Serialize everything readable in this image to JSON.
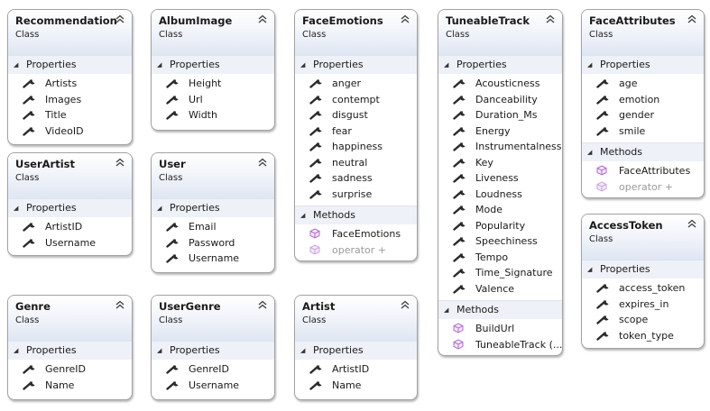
{
  "stereotype": "Class",
  "section_labels": {
    "properties": "Properties",
    "methods": "Methods"
  },
  "icons": {
    "property": "wrench-icon",
    "method": "method-cube-icon",
    "collapse": "chevron-up-icon",
    "section_toggle": "triangle-down-icon"
  },
  "colors": {
    "header_gradient_end": "#dfe6f3",
    "section_bg": "#eef1f7",
    "border": "#a2a2a2",
    "method_icon": "#b06ad0"
  },
  "classes": [
    {
      "name": "Recommendation",
      "properties": [
        "Artists",
        "Images",
        "Title",
        "VideoID"
      ],
      "methods": []
    },
    {
      "name": "AlbumImage",
      "properties": [
        "Height",
        "Url",
        "Width"
      ],
      "methods": []
    },
    {
      "name": "FaceEmotions",
      "properties": [
        "anger",
        "contempt",
        "disgust",
        "fear",
        "happiness",
        "neutral",
        "sadness",
        "surprise"
      ],
      "methods": [
        "FaceEmotions",
        "operator +"
      ]
    },
    {
      "name": "TuneableTrack",
      "properties": [
        "Acousticness",
        "Danceability",
        "Duration_Ms",
        "Energy",
        "Instrumentalness",
        "Key",
        "Liveness",
        "Loudness",
        "Mode",
        "Popularity",
        "Speechiness",
        "Tempo",
        "Time_Signature",
        "Valence"
      ],
      "methods": [
        "BuildUrl",
        "TuneableTrack (..."
      ]
    },
    {
      "name": "FaceAttributes",
      "properties": [
        "age",
        "emotion",
        "gender",
        "smile"
      ],
      "methods": [
        "FaceAttributes",
        "operator +"
      ]
    },
    {
      "name": "UserArtist",
      "properties": [
        "ArtistID",
        "Username"
      ],
      "methods": []
    },
    {
      "name": "User",
      "properties": [
        "Email",
        "Password",
        "Username"
      ],
      "methods": []
    },
    {
      "name": "AccessToken",
      "properties": [
        "access_token",
        "expires_in",
        "scope",
        "token_type"
      ],
      "methods": []
    },
    {
      "name": "Genre",
      "properties": [
        "GenreID",
        "Name"
      ],
      "methods": []
    },
    {
      "name": "UserGenre",
      "properties": [
        "GenreID",
        "Username"
      ],
      "methods": []
    },
    {
      "name": "Artist",
      "properties": [
        "ArtistID",
        "Name"
      ],
      "methods": []
    }
  ]
}
